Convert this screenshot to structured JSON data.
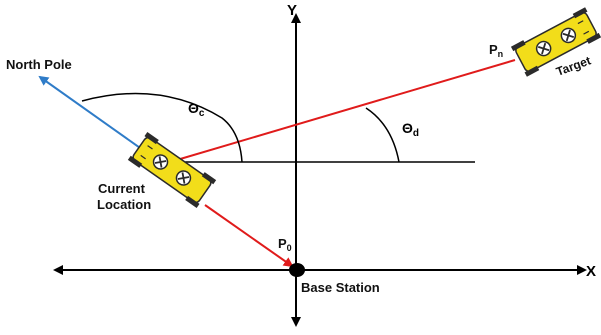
{
  "axes": {
    "x_label": "X",
    "y_label": "Y"
  },
  "labels": {
    "north_pole": "North Pole",
    "target": "Target",
    "current_location_line1": "Current",
    "current_location_line2": "Location",
    "base_station": "Base Station"
  },
  "points": {
    "p_n_main": "P",
    "p_n_sub": "n",
    "p_0_main": "P",
    "p_0_sub": "0"
  },
  "angles": {
    "theta_c_main": "Θ",
    "theta_c_sub": "c",
    "theta_d_main": "Θ",
    "theta_d_sub": "d"
  },
  "icons": {
    "rover": "rover-car-icon"
  },
  "colors": {
    "axis": "#000000",
    "red_line": "#e01b1b",
    "blue_line": "#2f7cc8",
    "rover_body": "#f2dd1a",
    "rover_dark": "#2b2b2b",
    "base_station_dot": "#000000"
  }
}
